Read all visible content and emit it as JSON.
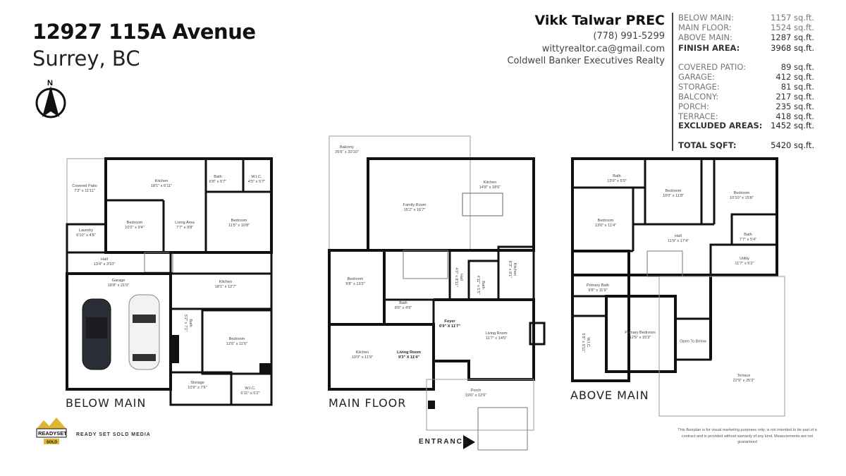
{
  "listing": {
    "address": "12927 115A Avenue",
    "city": "Surrey, BC"
  },
  "agent": {
    "name": "Vikk Talwar PREC",
    "phone": "(778) 991-5299",
    "email": "wittyrealtor.ca@gmail.com",
    "company": "Coldwell Banker Executives Realty"
  },
  "areas": {
    "finished": [
      {
        "label": "BELOW MAIN:",
        "value": "1157 sq.ft."
      },
      {
        "label": "MAIN FLOOR:",
        "value": "1524 sq.ft."
      },
      {
        "label": "ABOVE MAIN:",
        "value": "1287 sq.ft."
      }
    ],
    "finish_total": {
      "label": "FINISH AREA:",
      "value": "3968 sq.ft."
    },
    "excluded": [
      {
        "label": "COVERED PATIO:",
        "value": "89 sq.ft."
      },
      {
        "label": "GARAGE:",
        "value": "412 sq.ft."
      },
      {
        "label": "STORAGE:",
        "value": "81 sq.ft."
      },
      {
        "label": "BALCONY:",
        "value": "217 sq.ft."
      },
      {
        "label": "PORCH:",
        "value": "235 sq.ft."
      },
      {
        "label": "TERRACE:",
        "value": "418 sq.ft."
      }
    ],
    "excluded_total": {
      "label": "EXCLUDED AREAS:",
      "value": "1452 sq.ft."
    },
    "total": {
      "label": "TOTAL SQFT:",
      "value": "5420 sq.ft."
    }
  },
  "floors": [
    {
      "name": "BELOW MAIN",
      "rooms": [
        {
          "name": "Covered Patio",
          "dims": "7'2\" x 11'11\""
        },
        {
          "name": "Kitchen",
          "dims": "18'1\" x 6'11\""
        },
        {
          "name": "Bath",
          "dims": "6'8\" x 5'7\""
        },
        {
          "name": "W.I.C.",
          "dims": "4'5\" x 5'7\""
        },
        {
          "name": "Bedroom",
          "dims": "10'2\" x 9'4\""
        },
        {
          "name": "Living Area",
          "dims": "7'7\" x 9'8\""
        },
        {
          "name": "Bedroom",
          "dims": "11'5\" x 10'8\""
        },
        {
          "name": "Laundry",
          "dims": "6'10\" x 4'8\""
        },
        {
          "name": "Hall",
          "dims": "13'4\" x 3'10\""
        },
        {
          "name": "Garage",
          "dims": "18'8\" x 21'0\""
        },
        {
          "name": "Kitchen",
          "dims": "18'1\" x 12'7\""
        },
        {
          "name": "Bath",
          "dims": "5'2\" x 7'1\""
        },
        {
          "name": "Bedroom",
          "dims": "12'6\" x 11'6\""
        },
        {
          "name": "Storage",
          "dims": "10'9\" x 7'6\""
        },
        {
          "name": "W.I.C.",
          "dims": "6'11\" x 5'2\""
        }
      ]
    },
    {
      "name": "MAIN FLOOR",
      "rooms": [
        {
          "name": "Balcony",
          "dims": "25'6\" x 20'10\""
        },
        {
          "name": "Family Room",
          "dims": "15'2\" x 16'7\""
        },
        {
          "name": "Kitchen",
          "dims": "14'8\" x 18'6\""
        },
        {
          "name": "Bedroom",
          "dims": "9'8\" x 13'2\""
        },
        {
          "name": "Hall",
          "dims": "4'0\" x 8'11\""
        },
        {
          "name": "Bath",
          "dims": "4'11\" x 5'5\""
        },
        {
          "name": "Kitchen",
          "dims": "6'3\" x 9'1\""
        },
        {
          "name": "Bath",
          "dims": "8'6\" x 4'9\""
        },
        {
          "name": "Foyer",
          "dims": "6'9\" X 11'7\""
        },
        {
          "name": "Living Room",
          "dims": "11'7\" x 14'5\""
        },
        {
          "name": "Kitchen",
          "dims": "10'0\" x 11'9\""
        },
        {
          "name": "Living Room",
          "dims": "9'3\" X 11'4\""
        },
        {
          "name": "Porch",
          "dims": "19'6\" x 12'6\""
        }
      ],
      "entrance": "ENTRANCE"
    },
    {
      "name": "ABOVE MAIN",
      "rooms": [
        {
          "name": "Bath",
          "dims": "13'0\" x 5'0\""
        },
        {
          "name": "Bedroom",
          "dims": "10'0\" x 11'8\""
        },
        {
          "name": "Bedroom",
          "dims": "10'10\" x 15'8\""
        },
        {
          "name": "Bedroom",
          "dims": "13'0\" x 11'4\""
        },
        {
          "name": "Hall",
          "dims": "11'9\" x 17'4\""
        },
        {
          "name": "Bath",
          "dims": "7'7\" x 5'4\""
        },
        {
          "name": "Utility",
          "dims": "11'7\" x 5'2\""
        },
        {
          "name": "Primary Bath",
          "dims": "9'8\" x 11'9\""
        },
        {
          "name": "W.I.C.",
          "dims": "5'8\" x 9'11\""
        },
        {
          "name": "Primary Bedroom",
          "dims": "12'5\" x 15'3\""
        },
        {
          "name": "Open To Below",
          "dims": ""
        },
        {
          "name": "Terrace",
          "dims": "22'9\" x 25'3\""
        }
      ]
    }
  ],
  "disclaimer": "This floorplan is for visual marketing purposes only, is not intended to be part of a contract and is provided without warranty of any kind. Measurements are not guaranteed",
  "branding": {
    "name": "READY SET SOLD MEDIA",
    "logo_text": "READYSET SOLD"
  },
  "icons": {
    "north": "north-arrow-icon",
    "entrance": "triangle-right-icon"
  }
}
